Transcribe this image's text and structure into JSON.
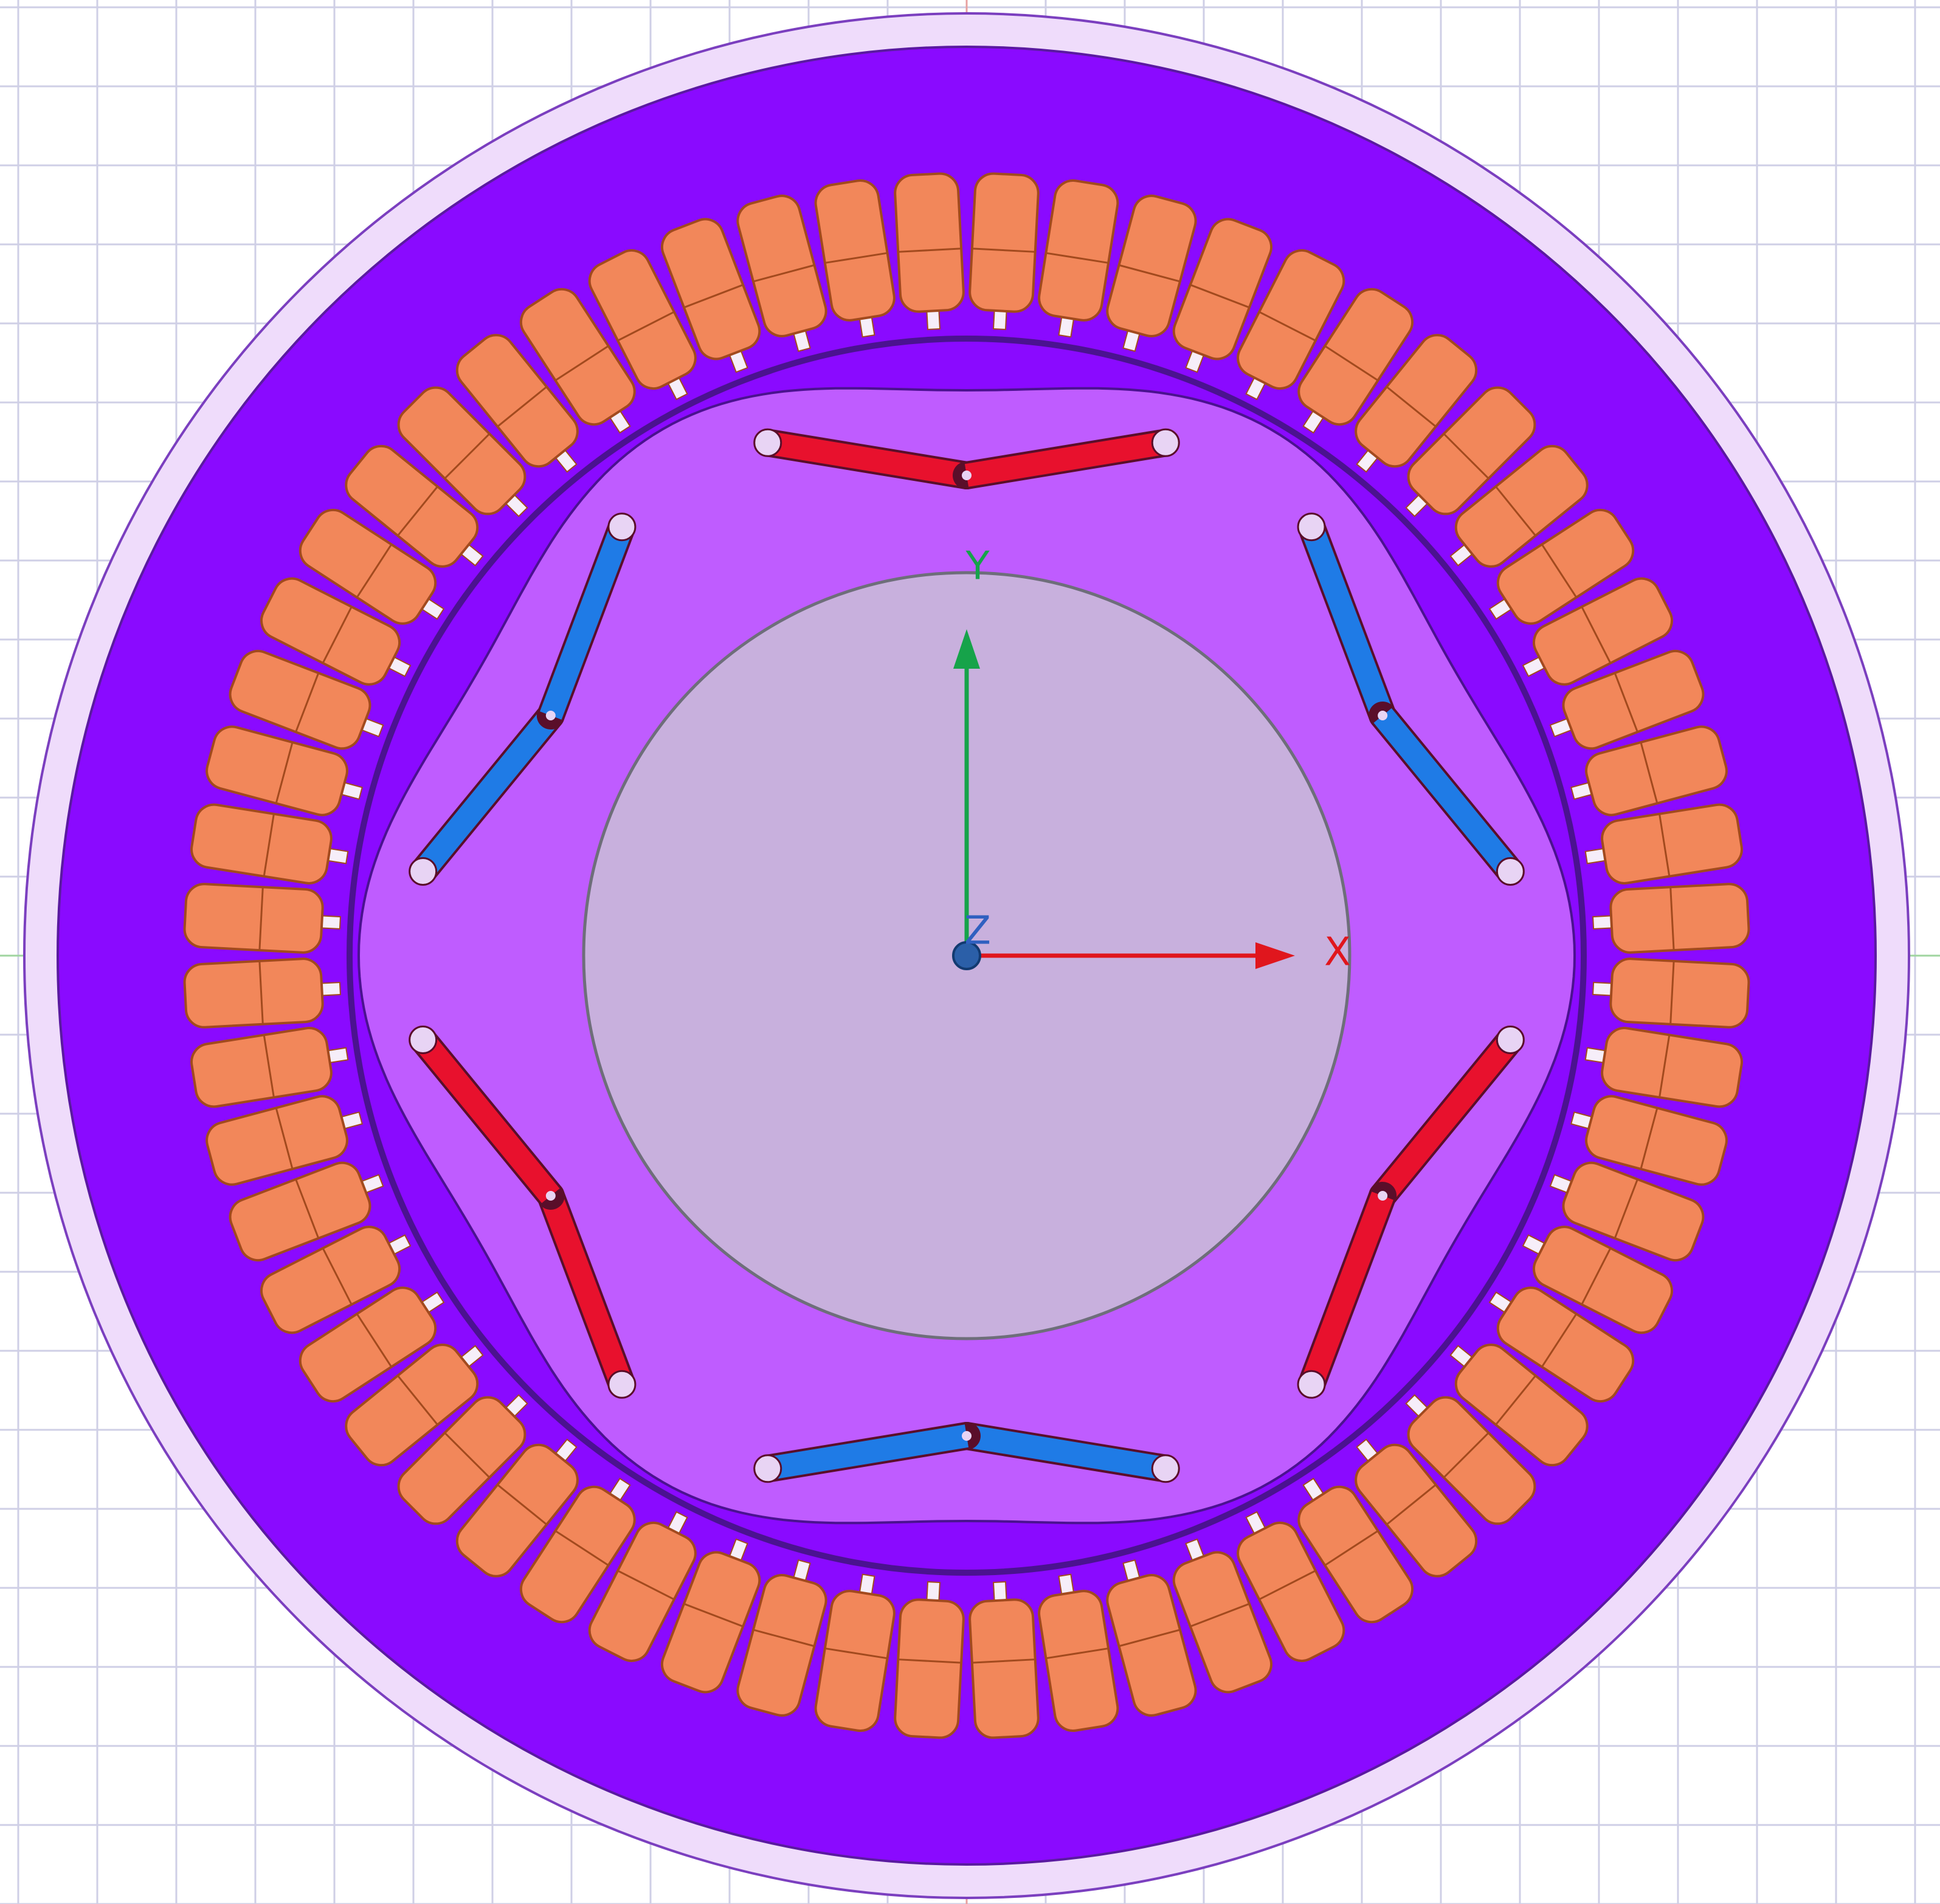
{
  "viewport": {
    "colors": {
      "background": "#ffffff",
      "grid": "#cfcfe6",
      "outer_region": "#efdcfb",
      "outer_region_edge": "#7b3fbf",
      "stator": "#8a0aff",
      "stator_edge": "#5a1aa0",
      "slot": "#f2875a",
      "slot_edge": "#a24a1e",
      "slot_opening": "#f6eef9",
      "airgap_edge": "#4b1290",
      "rotor": "#bf5cff",
      "shaft": "#c8b0dd",
      "shaft_edge": "#6e6e7a",
      "magnet_north": "#e8112d",
      "magnet_south": "#1f7be6",
      "magnet_edge": "#5a0e2a",
      "flux_barrier": "#e8d4f4"
    },
    "model": {
      "stator_slot_count": 60,
      "rotor_pole_count": 6,
      "magnet_polarity": [
        "north",
        "south",
        "north",
        "south",
        "north",
        "south"
      ]
    },
    "coordinate_axes": {
      "x_label": "X",
      "y_label": "Y",
      "z_label": "Z",
      "x_color": "#e0161d",
      "y_color": "#16a34a",
      "z_color": "#3060c0",
      "origin_icon": "origin-sphere-icon"
    }
  }
}
